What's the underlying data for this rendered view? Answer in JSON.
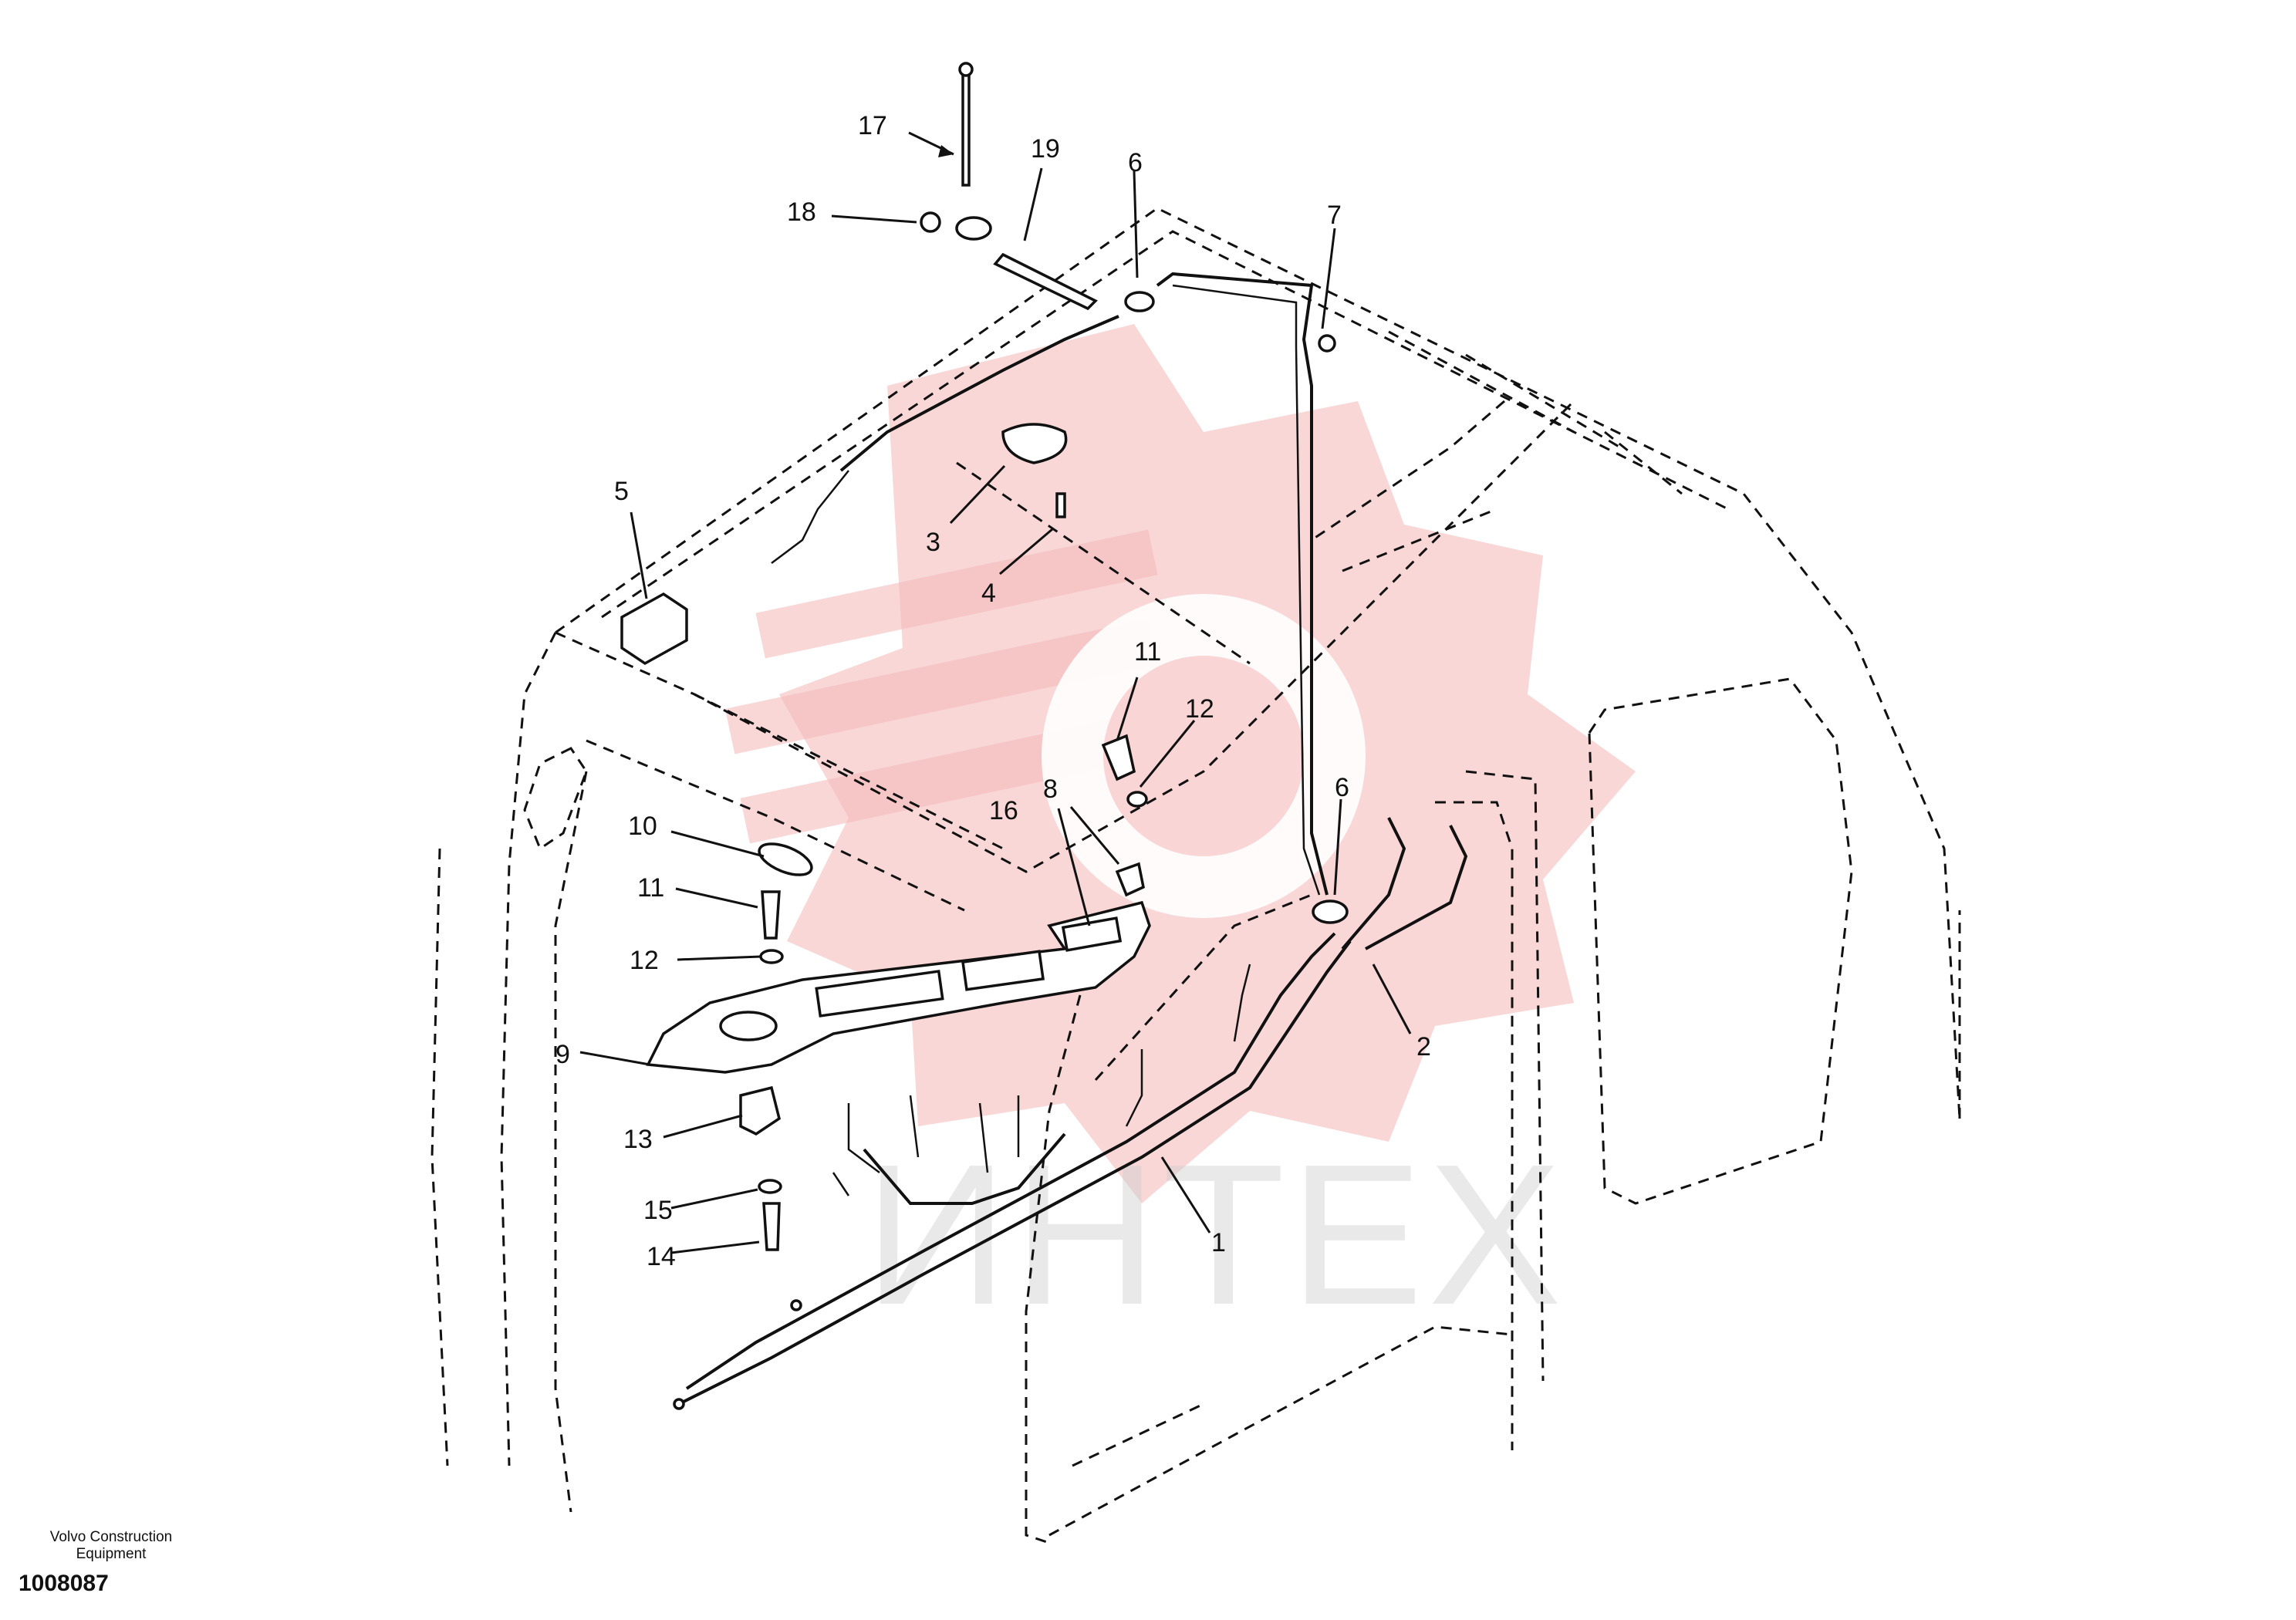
{
  "footer": {
    "brand_line1": "Volvo Construction",
    "brand_line2": "Equipment",
    "doc_number": "1008087"
  },
  "watermark": {
    "text": "ИНТЕХ"
  },
  "callouts": [
    {
      "label": "17"
    },
    {
      "label": "19"
    },
    {
      "label": "6"
    },
    {
      "label": "7"
    },
    {
      "label": "18"
    },
    {
      "label": "5"
    },
    {
      "label": "3"
    },
    {
      "label": "4"
    },
    {
      "label": "11"
    },
    {
      "label": "12"
    },
    {
      "label": "16"
    },
    {
      "label": "8"
    },
    {
      "label": "6"
    },
    {
      "label": "10"
    },
    {
      "label": "11"
    },
    {
      "label": "12"
    },
    {
      "label": "9"
    },
    {
      "label": "2"
    },
    {
      "label": "13"
    },
    {
      "label": "15"
    },
    {
      "label": "14"
    },
    {
      "label": "1"
    }
  ],
  "colors": {
    "line": "#111111",
    "watermark_gear": "#f4b7b7",
    "watermark_text": "#cfcfcf"
  }
}
